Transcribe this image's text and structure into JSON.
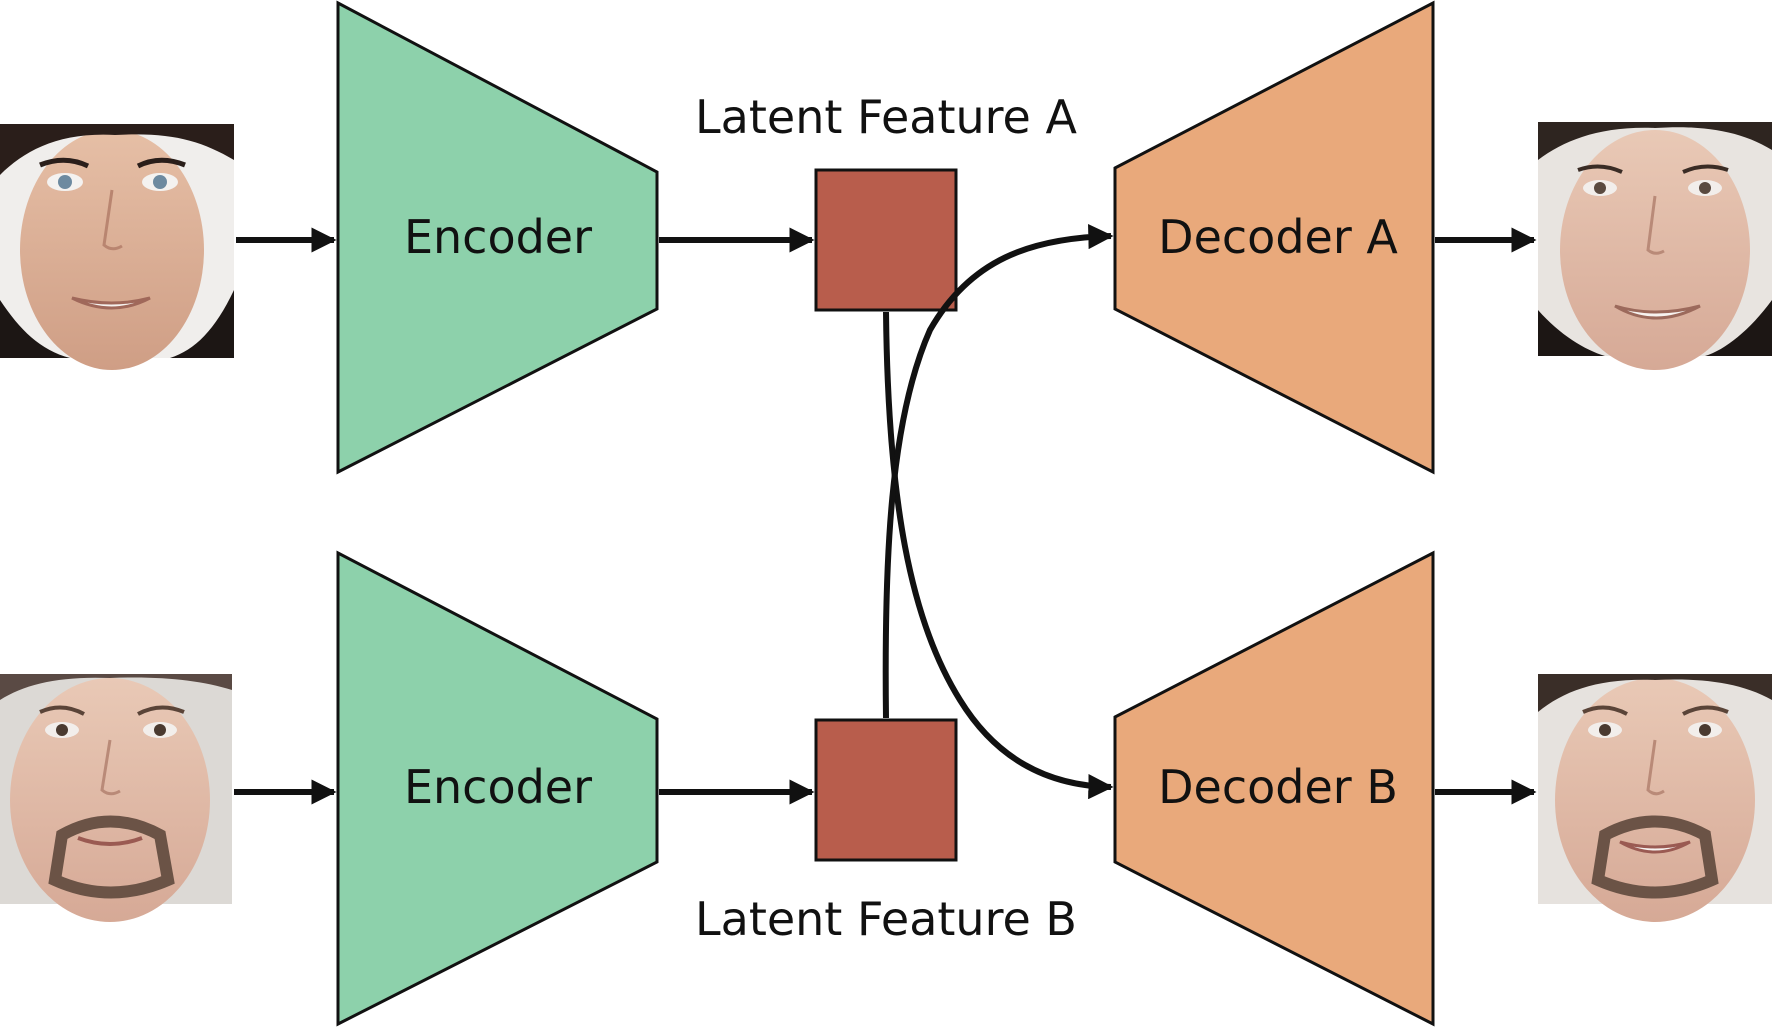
{
  "diagram": {
    "top_row": {
      "encoder_label": "Encoder",
      "latent_label": "Latent Feature A",
      "decoder_label": "Decoder A"
    },
    "bottom_row": {
      "encoder_label": "Encoder",
      "latent_label": "Latent Feature B",
      "decoder_label": "Decoder B"
    }
  },
  "colors": {
    "encoder_fill": "#8dd1ab",
    "decoder_fill": "#e9a97b",
    "latent_fill": "#b85d4c",
    "stroke": "#111111"
  },
  "faces": {
    "input_a": "face-young-dark-hair",
    "output_a": "face-young-dark-hair-swapped",
    "input_b": "face-older-goatee",
    "output_b": "face-older-goatee-swapped"
  }
}
